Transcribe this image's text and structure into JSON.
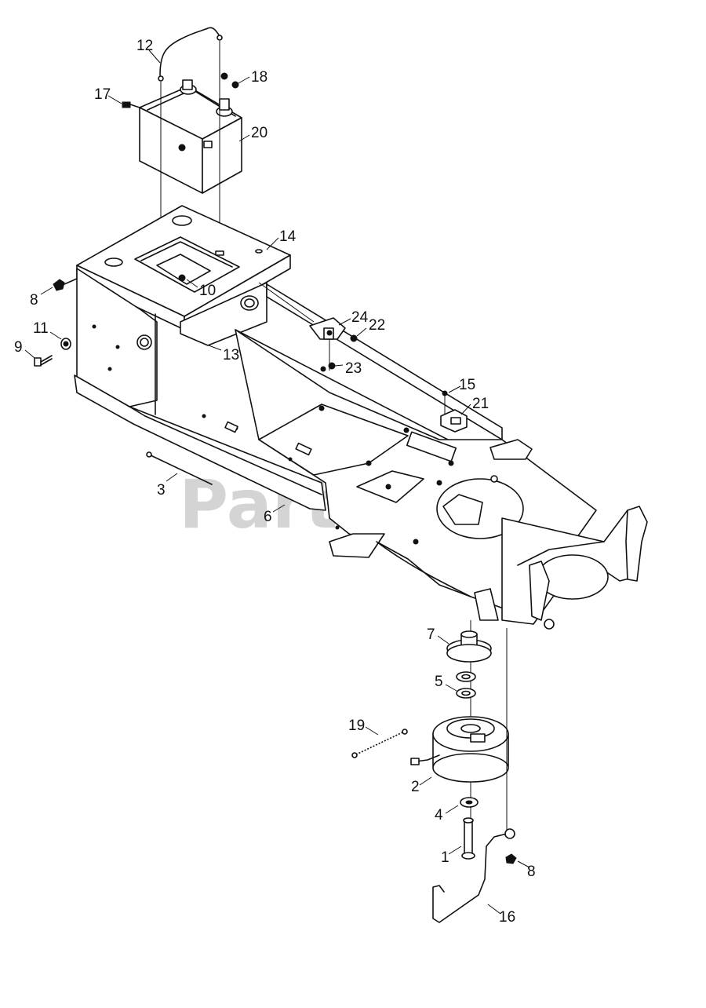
{
  "watermark": "PartsTre",
  "callouts": [
    {
      "id": "c12",
      "text": "12"
    },
    {
      "id": "c18",
      "text": "18"
    },
    {
      "id": "c17",
      "text": "17"
    },
    {
      "id": "c20",
      "text": "20"
    },
    {
      "id": "c14",
      "text": "14"
    },
    {
      "id": "c8a",
      "text": "8"
    },
    {
      "id": "c10",
      "text": "10"
    },
    {
      "id": "c11",
      "text": "11"
    },
    {
      "id": "c9",
      "text": "9"
    },
    {
      "id": "c13",
      "text": "13"
    },
    {
      "id": "c24",
      "text": "24"
    },
    {
      "id": "c22",
      "text": "22"
    },
    {
      "id": "c23",
      "text": "23"
    },
    {
      "id": "c15",
      "text": "15"
    },
    {
      "id": "c21",
      "text": "21"
    },
    {
      "id": "c3",
      "text": "3"
    },
    {
      "id": "c6",
      "text": "6"
    },
    {
      "id": "c7",
      "text": "7"
    },
    {
      "id": "c5",
      "text": "5"
    },
    {
      "id": "c19",
      "text": "19"
    },
    {
      "id": "c2",
      "text": "2"
    },
    {
      "id": "c4",
      "text": "4"
    },
    {
      "id": "c1",
      "text": "1"
    },
    {
      "id": "c8b",
      "text": "8"
    },
    {
      "id": "c16",
      "text": "16"
    }
  ]
}
